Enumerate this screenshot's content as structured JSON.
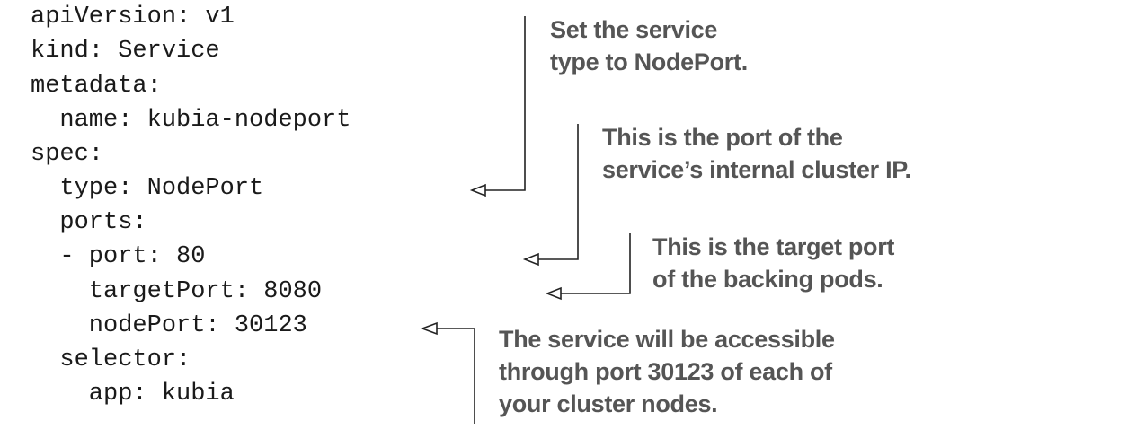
{
  "code": {
    "lines": [
      "apiVersion: v1",
      "kind: Service",
      "metadata:",
      "  name: kubia-nodeport",
      "spec:",
      "  type: NodePort",
      "  ports:",
      "  - port: 80",
      "    targetPort: 8080",
      "    nodePort: 30123",
      "  selector:",
      "    app: kubia"
    ]
  },
  "annotations": {
    "service_type": [
      "Set the service",
      "type to NodePort."
    ],
    "port": [
      "This is the port of the",
      "service’s internal cluster IP."
    ],
    "target_port": [
      "This is the target port",
      "of the backing pods."
    ],
    "node_port": [
      "The service will be accessible",
      "through port 30123 of each of",
      "your cluster nodes."
    ]
  },
  "colors": {
    "code_text": "#1a1a1a",
    "annotation_text": "#555555",
    "connector": "#222222"
  }
}
